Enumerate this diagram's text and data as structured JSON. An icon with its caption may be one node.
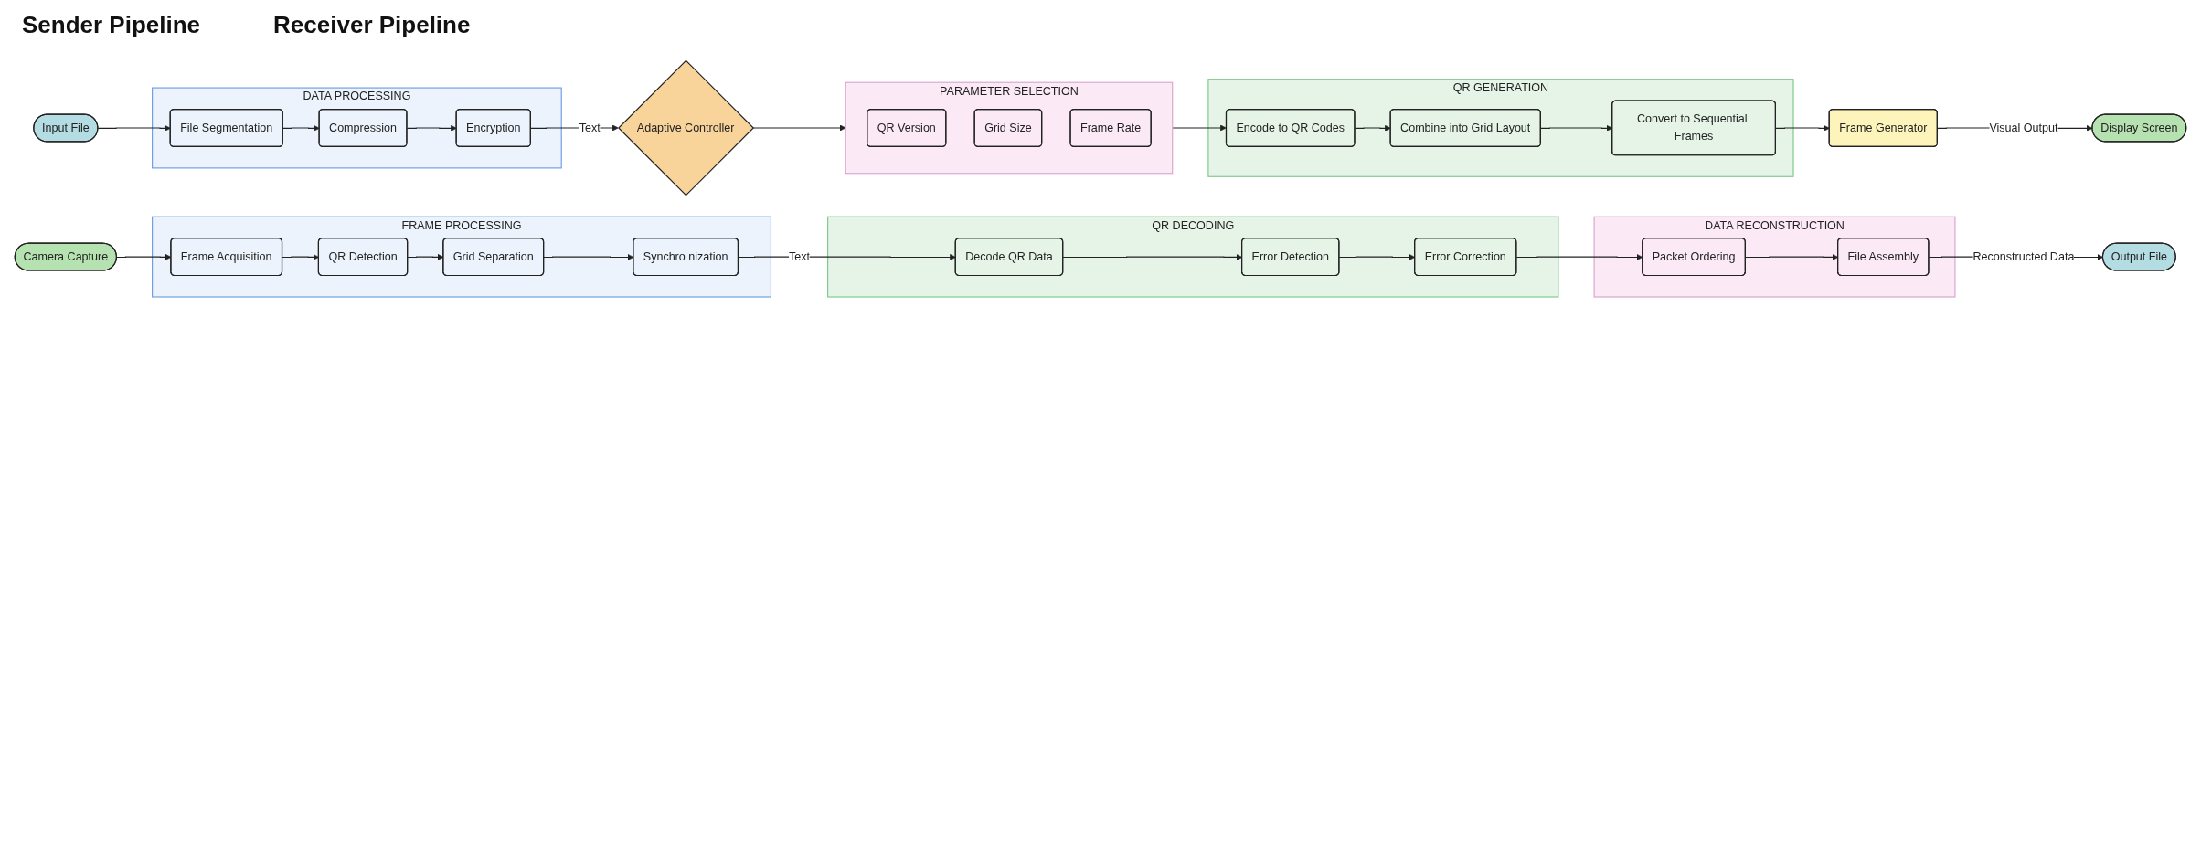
{
  "diagram": {
    "nodes": [
      {
        "text": [
          "Input File"
        ]
      },
      {
        "text": [
          "DATA PROCESSING"
        ]
      },
      {
        "text": [
          "File Segmentation"
        ],
        "in": 1
      },
      {
        "text": [
          "Compression"
        ],
        "in": 1
      },
      {
        "text": [
          "Encryption"
        ],
        "in": 1
      },
      {
        "text": [
          "Adaptive Controller"
        ]
      },
      {
        "text": [
          "PARAMETER SELECTION"
        ]
      },
      {
        "text": [
          "QR Version"
        ],
        "in": 6
      },
      {
        "text": [
          "Grid Size"
        ],
        "in": 6
      },
      {
        "text": [
          "Frame Rate"
        ],
        "in": 6
      },
      {
        "text": [
          "QR GENERATION"
        ]
      },
      {
        "text": [
          "Encode to QR Codes"
        ],
        "in": 10
      },
      {
        "text": [
          "Combine into Grid Layout"
        ],
        "in": 10
      },
      {
        "text": [
          "Convert to Sequential Frames"
        ],
        "in": 10
      },
      {
        "text": [
          "Frame Generator"
        ]
      },
      {
        "text": [
          "Display Screen"
        ]
      },
      {
        "text": [
          "Camera Capture"
        ]
      },
      {
        "text": [
          "FRAME PROCESSING"
        ]
      },
      {
        "text": [
          "Frame Acquisition"
        ],
        "in": 17
      },
      {
        "text": [
          "QR Detection"
        ],
        "in": 17
      },
      {
        "text": [
          "Grid Separation"
        ],
        "in": 17
      },
      {
        "text": [
          "Synchro nization"
        ],
        "in": 17
      },
      {
        "text": [
          "QR DECODING"
        ]
      },
      {
        "text": [
          "Decode QR Data"
        ],
        "in": 22
      },
      {
        "text": [
          "Error Detection"
        ],
        "in": 22
      },
      {
        "text": [
          "Error Correction"
        ],
        "in": 22
      },
      {
        "text": [
          "DATA RECONSTRUCTION"
        ]
      },
      {
        "text": [
          "Packet Ordering"
        ],
        "in": 26
      },
      {
        "text": [
          "File Assembly"
        ],
        "in": 26
      },
      {
        "text": [
          "Output File"
        ]
      }
    ],
    "edges": [
      {
        "from": 0,
        "to": 2,
        "arrow": "to"
      },
      {
        "from": 2,
        "to": 3,
        "arrow": "to"
      },
      {
        "from": 3,
        "to": 4,
        "arrow": "to"
      },
      {
        "from": 4,
        "to": 5,
        "arrow": "to",
        "label": "Text"
      },
      {
        "from": 5,
        "to": 6,
        "arrow": "to"
      },
      {
        "from": 6,
        "to": 11,
        "arrow": "to"
      },
      {
        "from": 11,
        "to": 12,
        "arrow": "to"
      },
      {
        "from": 12,
        "to": 13,
        "arrow": "to"
      },
      {
        "from": 13,
        "to": 14,
        "arrow": "to"
      },
      {
        "from": 14,
        "to": 15,
        "arrow": "to",
        "label": "Visual Output"
      },
      {
        "from": 16,
        "to": 18,
        "arrow": "to"
      },
      {
        "from": 18,
        "to": 19,
        "arrow": "to"
      },
      {
        "from": 19,
        "to": 20,
        "arrow": "to"
      },
      {
        "from": 20,
        "to": 21,
        "arrow": "to"
      },
      {
        "from": 21,
        "to": 23,
        "arrow": "to",
        "label": "Text"
      },
      {
        "from": 23,
        "to": 24,
        "arrow": "to"
      },
      {
        "from": 24,
        "to": 25,
        "arrow": "to"
      },
      {
        "from": 25,
        "to": 27,
        "arrow": "to"
      },
      {
        "from": 27,
        "to": 28,
        "arrow": "to"
      },
      {
        "from": 28,
        "to": 29,
        "arrow": "to",
        "label": "Reconstructed Data"
      }
    ],
    "labels": [
      "Sender Pipeline",
      "Receiver Pipeline"
    ]
  }
}
